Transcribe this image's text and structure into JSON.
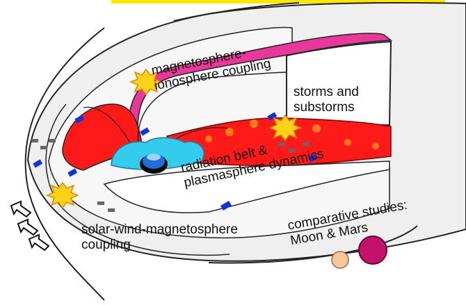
{
  "labels": {
    "mi_coupling": [
      "magnetosphere-",
      "ionosphere coupling"
    ],
    "storms": [
      "storms and",
      "substorms"
    ],
    "radiation": [
      "radiation belt &",
      "plasmasphere dynamics"
    ],
    "sw_coupling": [
      "solar-wind-magnetosphere",
      "coupling"
    ],
    "comparative": [
      "comparative studies:",
      "Moon & Mars"
    ]
  },
  "colors": {
    "magnetosphere_fill": "#efefef",
    "plasma_red": "#ff1a1a",
    "dark_red": "#c00000",
    "cusp_pink": "#e8399a",
    "plasmasphere_cyan": "#33ccee",
    "earth_blue": "#1f6fd6",
    "top_banner_yellow": "#ffe600",
    "moon": "#f5c79b",
    "mars": "#c4126a",
    "satellite_blue": "#1133dd",
    "burst_yellow": "#ffd21a"
  },
  "icons": [
    "solar-wind-arrow-icon",
    "satellite-icon",
    "burst-icon",
    "earth-icon",
    "moon-icon",
    "mars-icon"
  ]
}
